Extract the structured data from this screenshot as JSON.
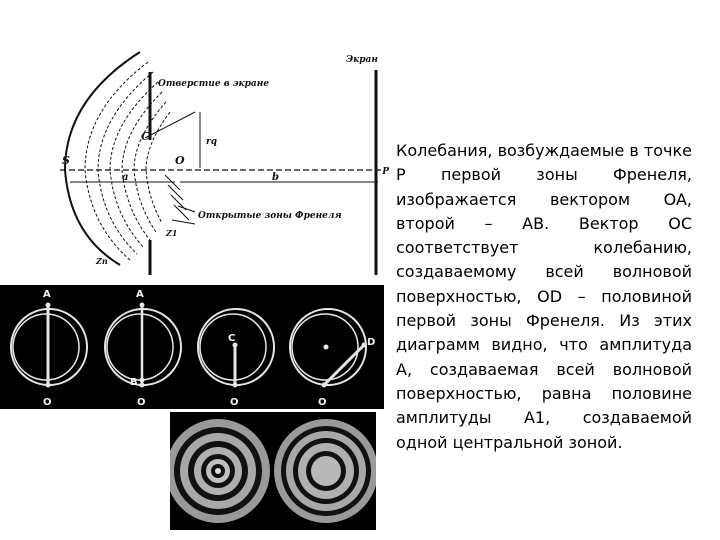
{
  "diagram": {
    "label_screen": "Экран",
    "label_screen_opening": "Отверстие в экране",
    "label_open_zones": "Открытые зоны Френеля",
    "point_s": "S",
    "point_o": "O",
    "point_c": "C",
    "point_p": "P",
    "label_a": "a",
    "label_b": "b",
    "label_rq": "rq",
    "label_z1": "Z1",
    "label_zn": "Zn"
  },
  "phasors": {
    "label_a": "A",
    "label_b": "B",
    "label_c": "C",
    "label_d": "D",
    "label_o": "O"
  },
  "text": {
    "paragraph": "Колебания, возбуждаемые в точке P первой зоны Френеля, изображается вектором OA, второй – AB. Вектор OC соответствует колебанию, создаваемому всей волновой поверхностью, OD – половиной первой зоны Френеля. Из этих диаграмм видно, что амплитуда A, создаваемая всей волновой поверхностью, равна половине амплитуды A1, создаваемой одной центральной зоной."
  },
  "colors": {
    "background": "#ffffff",
    "ink": "#111111",
    "phasor_bg": "#000000",
    "phasor_line": "#e6e6e6"
  }
}
